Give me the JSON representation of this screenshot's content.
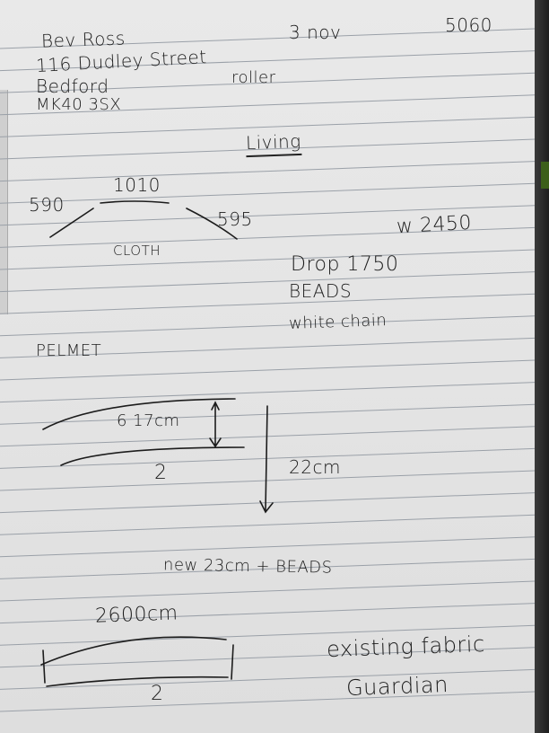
{
  "header": {
    "client_name": "Bev Ross",
    "address_line1": "116 Dudley Street",
    "address_line2": "Bedford",
    "postcode": "MK40 3SX",
    "date": "3 nov",
    "job_number": "5060",
    "product": "roller"
  },
  "living": {
    "title": "Living",
    "top_width": "1010",
    "left_width": "590",
    "right_width": "595",
    "center_label": "CLOTH",
    "total_width": "w 2450",
    "drop": "Drop 1750",
    "beads": "BEADS",
    "chain": "white chain"
  },
  "pelmet": {
    "title": "PELMET",
    "height_label": "6 17cm",
    "quantity_mark": "2",
    "drop_label": "22cm",
    "new_note": "new 23cm + BEADS",
    "width_label": "2600cm",
    "bottom_quantity_mark": "2",
    "existing_note": "existing fabric",
    "fabric_name": "Guardian"
  }
}
